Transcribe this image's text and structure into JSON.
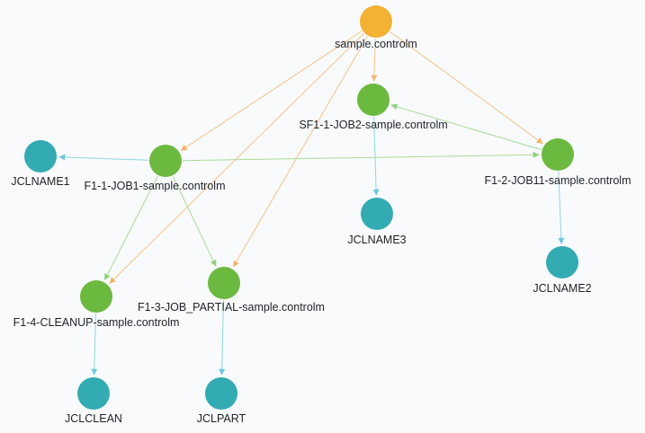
{
  "graph": {
    "colors": {
      "root": "#f4b233",
      "job": "#6cb93f",
      "jcl": "#33abb3",
      "edge_root": "#f5c48c",
      "edge_job": "#a9dd95",
      "edge_jcl": "#8ed6e6",
      "background": "#f8fafc"
    },
    "node_types": {
      "root": "folder",
      "job": "job",
      "jcl": "jcl-member"
    },
    "nodes": [
      {
        "id": "root",
        "label": "sample.controlm",
        "type": "root"
      },
      {
        "id": "sf1",
        "label": "SF1-1-JOB2-sample.controlm",
        "type": "job"
      },
      {
        "id": "f11",
        "label": "F1-1-JOB1-sample.controlm",
        "type": "job"
      },
      {
        "id": "f12",
        "label": "F1-2-JOB11-sample.controlm",
        "type": "job"
      },
      {
        "id": "f13",
        "label": "F1-3-JOB_PARTIAL-sample.controlm",
        "type": "job"
      },
      {
        "id": "f14",
        "label": "F1-4-CLEANUP-sample.controlm",
        "type": "job"
      },
      {
        "id": "jcl1",
        "label": "JCLNAME1",
        "type": "jcl"
      },
      {
        "id": "jcl2",
        "label": "JCLNAME2",
        "type": "jcl"
      },
      {
        "id": "jcl3",
        "label": "JCLNAME3",
        "type": "jcl"
      },
      {
        "id": "jclclean",
        "label": "JCLCLEAN",
        "type": "jcl"
      },
      {
        "id": "jclpart",
        "label": "JCLPART",
        "type": "jcl"
      }
    ],
    "edges": [
      {
        "from": "root",
        "to": "sf1",
        "kind": "edge_root"
      },
      {
        "from": "root",
        "to": "f11",
        "kind": "edge_root"
      },
      {
        "from": "root",
        "to": "f12",
        "kind": "edge_root"
      },
      {
        "from": "root",
        "to": "f13",
        "kind": "edge_root"
      },
      {
        "from": "root",
        "to": "f14",
        "kind": "edge_root"
      },
      {
        "from": "f11",
        "to": "f12",
        "kind": "edge_job"
      },
      {
        "from": "f12",
        "to": "sf1",
        "kind": "edge_job"
      },
      {
        "from": "f11",
        "to": "f13",
        "kind": "edge_job"
      },
      {
        "from": "f11",
        "to": "f14",
        "kind": "edge_job"
      },
      {
        "from": "f11",
        "to": "jcl1",
        "kind": "edge_jcl"
      },
      {
        "from": "sf1",
        "to": "jcl3",
        "kind": "edge_jcl"
      },
      {
        "from": "f12",
        "to": "jcl2",
        "kind": "edge_jcl"
      },
      {
        "from": "f14",
        "to": "jclclean",
        "kind": "edge_jcl"
      },
      {
        "from": "f13",
        "to": "jclpart",
        "kind": "edge_jcl"
      }
    ]
  }
}
